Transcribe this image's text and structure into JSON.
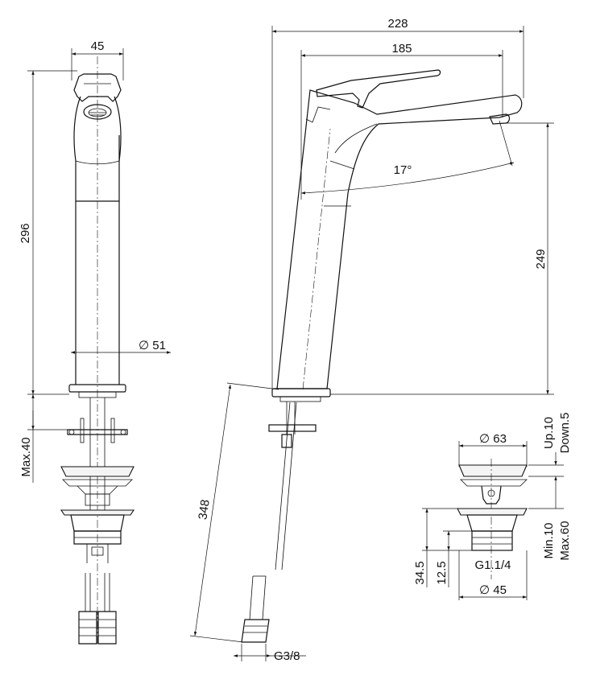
{
  "labels": {
    "front_width": "45",
    "front_height": "296",
    "shank_diameter": "∅ 51",
    "max_deck": "Max.40",
    "overall_width": "228",
    "spout_reach": "185",
    "swivel_angle": "17°",
    "spout_height": "249",
    "hose_length": "348",
    "hose_thread": "G3/8",
    "waste_cap_diameter": "∅ 63",
    "waste_up": "Up.10",
    "waste_down": "Down.5",
    "waste_min": "Min.10",
    "waste_max": "Max.60",
    "waste_body_height": "34.5",
    "waste_thread_height": "12.5",
    "waste_thread": "G1.1/4",
    "waste_body_diameter": "∅ 45"
  }
}
